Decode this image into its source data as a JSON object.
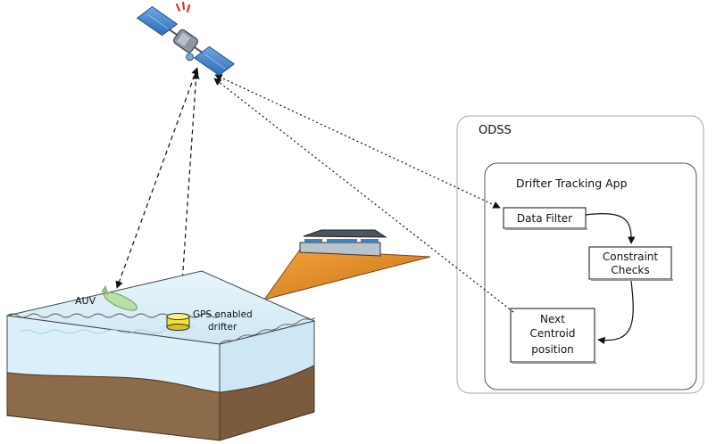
{
  "odss": {
    "title": "ODSS"
  },
  "app": {
    "title": "Drifter Tracking App"
  },
  "nodes": {
    "data_filter": "Data Filter",
    "constraint_line1": "Constraint",
    "constraint_line2": "Checks",
    "centroid_line1": "Next",
    "centroid_line2": "Centroid",
    "centroid_line3": "position"
  },
  "labels": {
    "auv": "AUV",
    "drifter_line1": "GPS enabled",
    "drifter_line2": "drifter"
  },
  "icons": [
    "satellite-icon",
    "ship-icon",
    "auv-icon",
    "drifter-icon"
  ],
  "colors": {
    "water": "#d9eef8",
    "seabed": "#8b6b4a",
    "ship_hull": "#e08a1e",
    "solar_panel": "#3f7fc4",
    "signal": "#e2311d"
  }
}
